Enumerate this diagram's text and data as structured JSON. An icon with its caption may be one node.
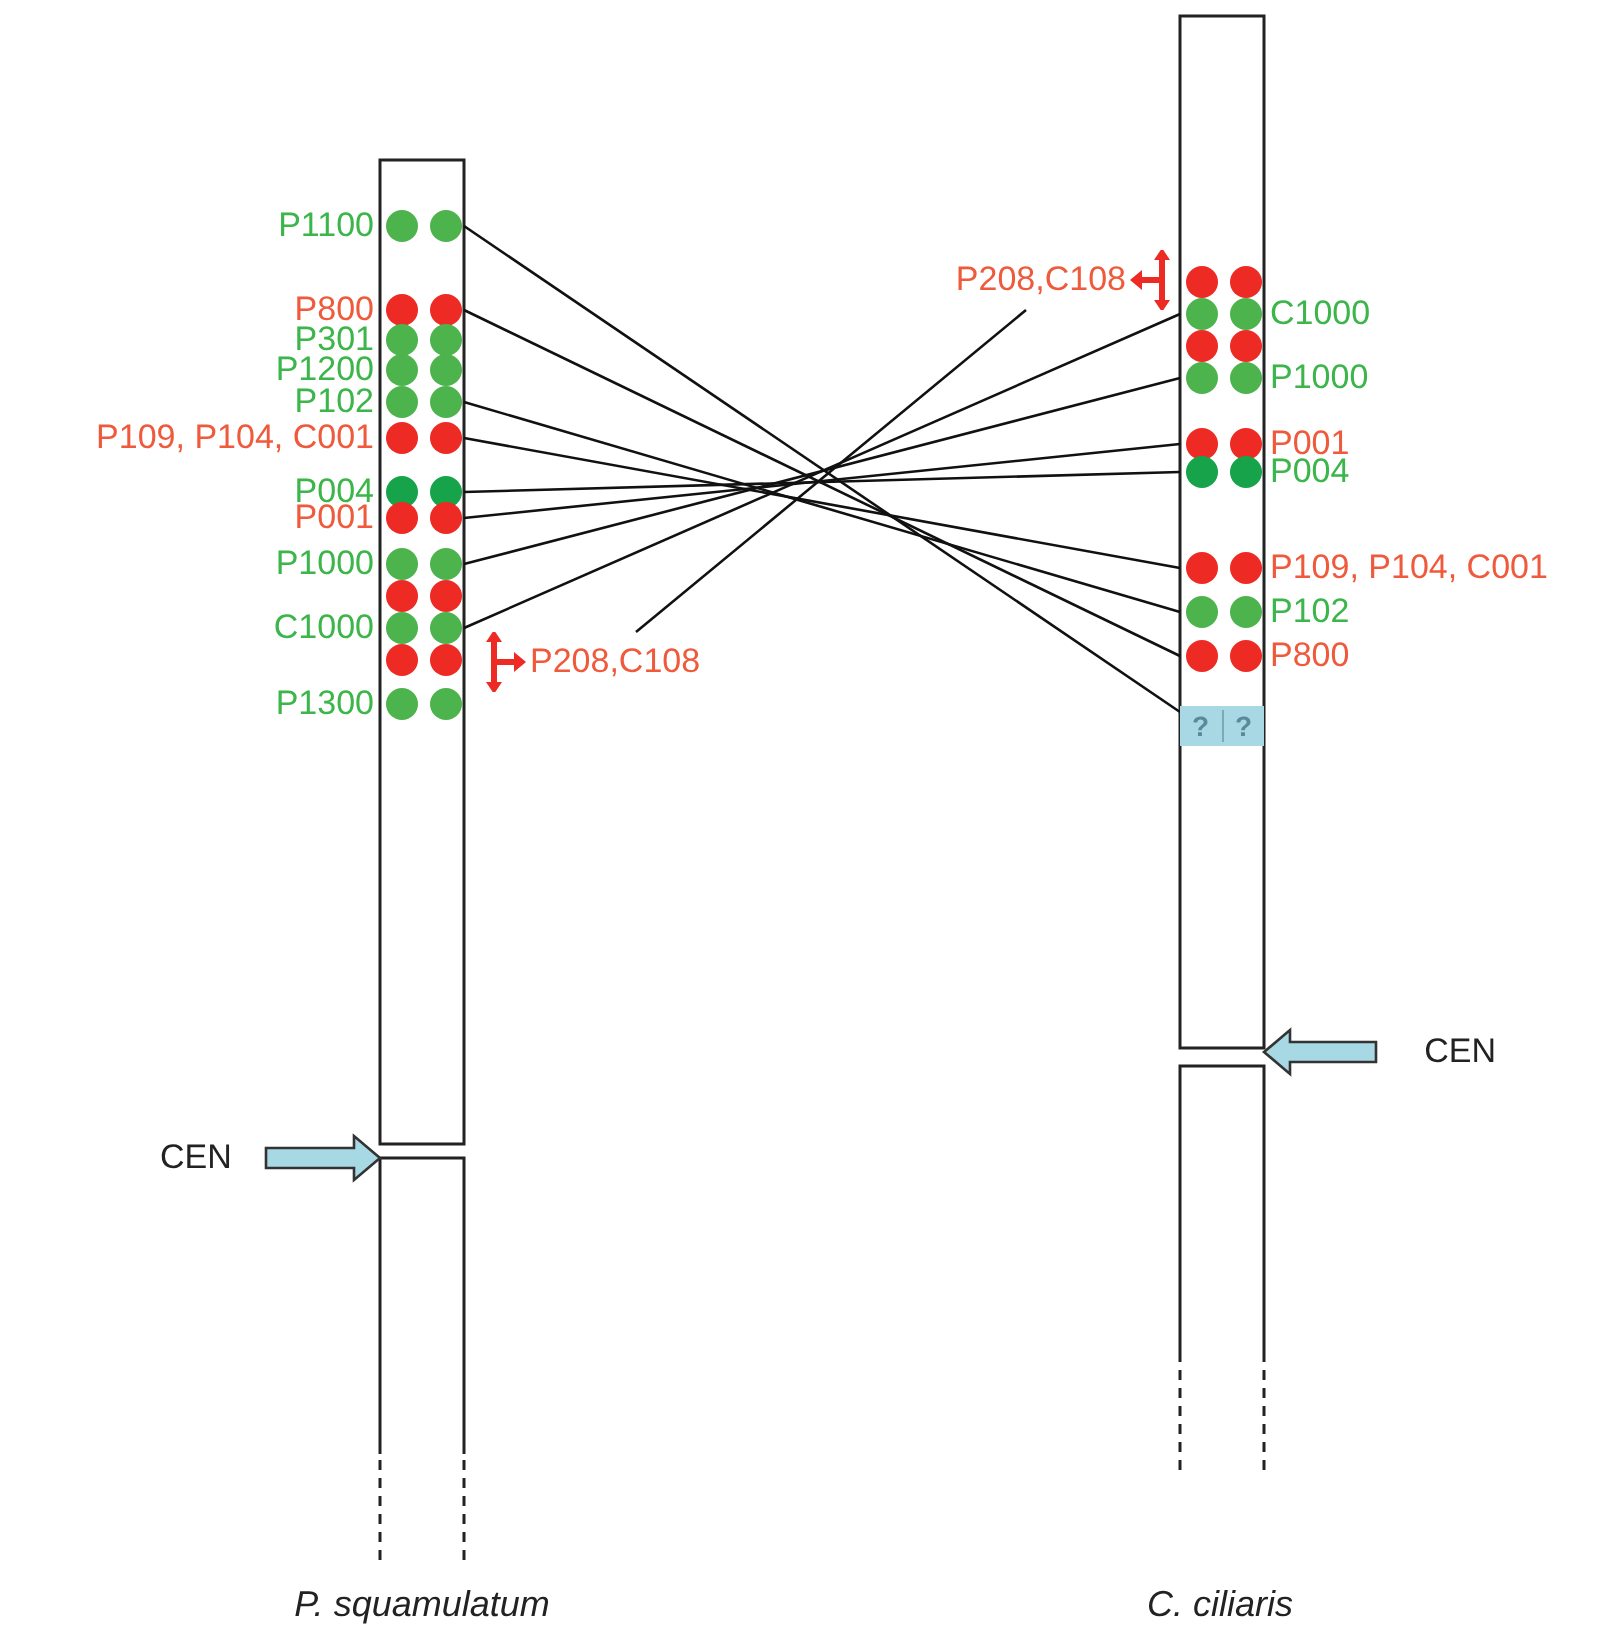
{
  "diagram": {
    "nodes": [
      {
        "text": [
          "P1100"
        ]
      },
      {
        "text": [
          "P800"
        ]
      },
      {
        "text": [
          "P301"
        ]
      },
      {
        "text": [
          "P1200"
        ]
      },
      {
        "text": [
          "P102"
        ]
      },
      {
        "text": [
          "P109, P104, C001"
        ]
      },
      {
        "text": [
          "P004"
        ]
      },
      {
        "text": [
          "P001"
        ]
      },
      {
        "text": [
          "P1000"
        ]
      },
      {
        "text": [
          "C1000"
        ]
      },
      {
        "text": [
          "P1300"
        ]
      },
      {
        "text": [
          "P208,C108"
        ]
      },
      {
        "text": [
          "P208,C108"
        ]
      },
      {
        "text": [
          "C1000"
        ]
      },
      {
        "text": [
          "P1000"
        ]
      },
      {
        "text": [
          "P001"
        ]
      },
      {
        "text": [
          "P004"
        ]
      },
      {
        "text": [
          "P109, P104, C001"
        ]
      },
      {
        "text": [
          "P102"
        ]
      },
      {
        "text": [
          "P800"
        ]
      },
      {
        "text": [
          "?",
          "?"
        ]
      },
      {
        "text": [
          "CEN"
        ]
      },
      {
        "text": [
          "CEN"
        ]
      },
      {
        "text": [],
        "shape": "circle"
      },
      {
        "text": [],
        "shape": "circle"
      },
      {
        "text": [],
        "shape": "circle"
      },
      {
        "text": [],
        "shape": "circle"
      }
    ],
    "edges": [
      {
        "from": 0,
        "to": 20,
        "arrow": "none"
      },
      {
        "from": 1,
        "to": 19,
        "arrow": "none"
      },
      {
        "from": 4,
        "to": 18,
        "arrow": "none"
      },
      {
        "from": 5,
        "to": 17,
        "arrow": "none"
      },
      {
        "from": 6,
        "to": 16,
        "arrow": "none"
      },
      {
        "from": 7,
        "to": 15,
        "arrow": "none"
      },
      {
        "from": 8,
        "to": 14,
        "arrow": "none"
      },
      {
        "from": 9,
        "to": 13,
        "arrow": "none"
      },
      {
        "from": 11,
        "to": 12,
        "arrow": "none"
      },
      {
        "from": 21,
        "to": null,
        "arrow": "to"
      },
      {
        "from": 22,
        "to": null,
        "arrow": "to"
      }
    ],
    "labels": [
      "P. squamulatum",
      "C. ciliaris"
    ]
  }
}
